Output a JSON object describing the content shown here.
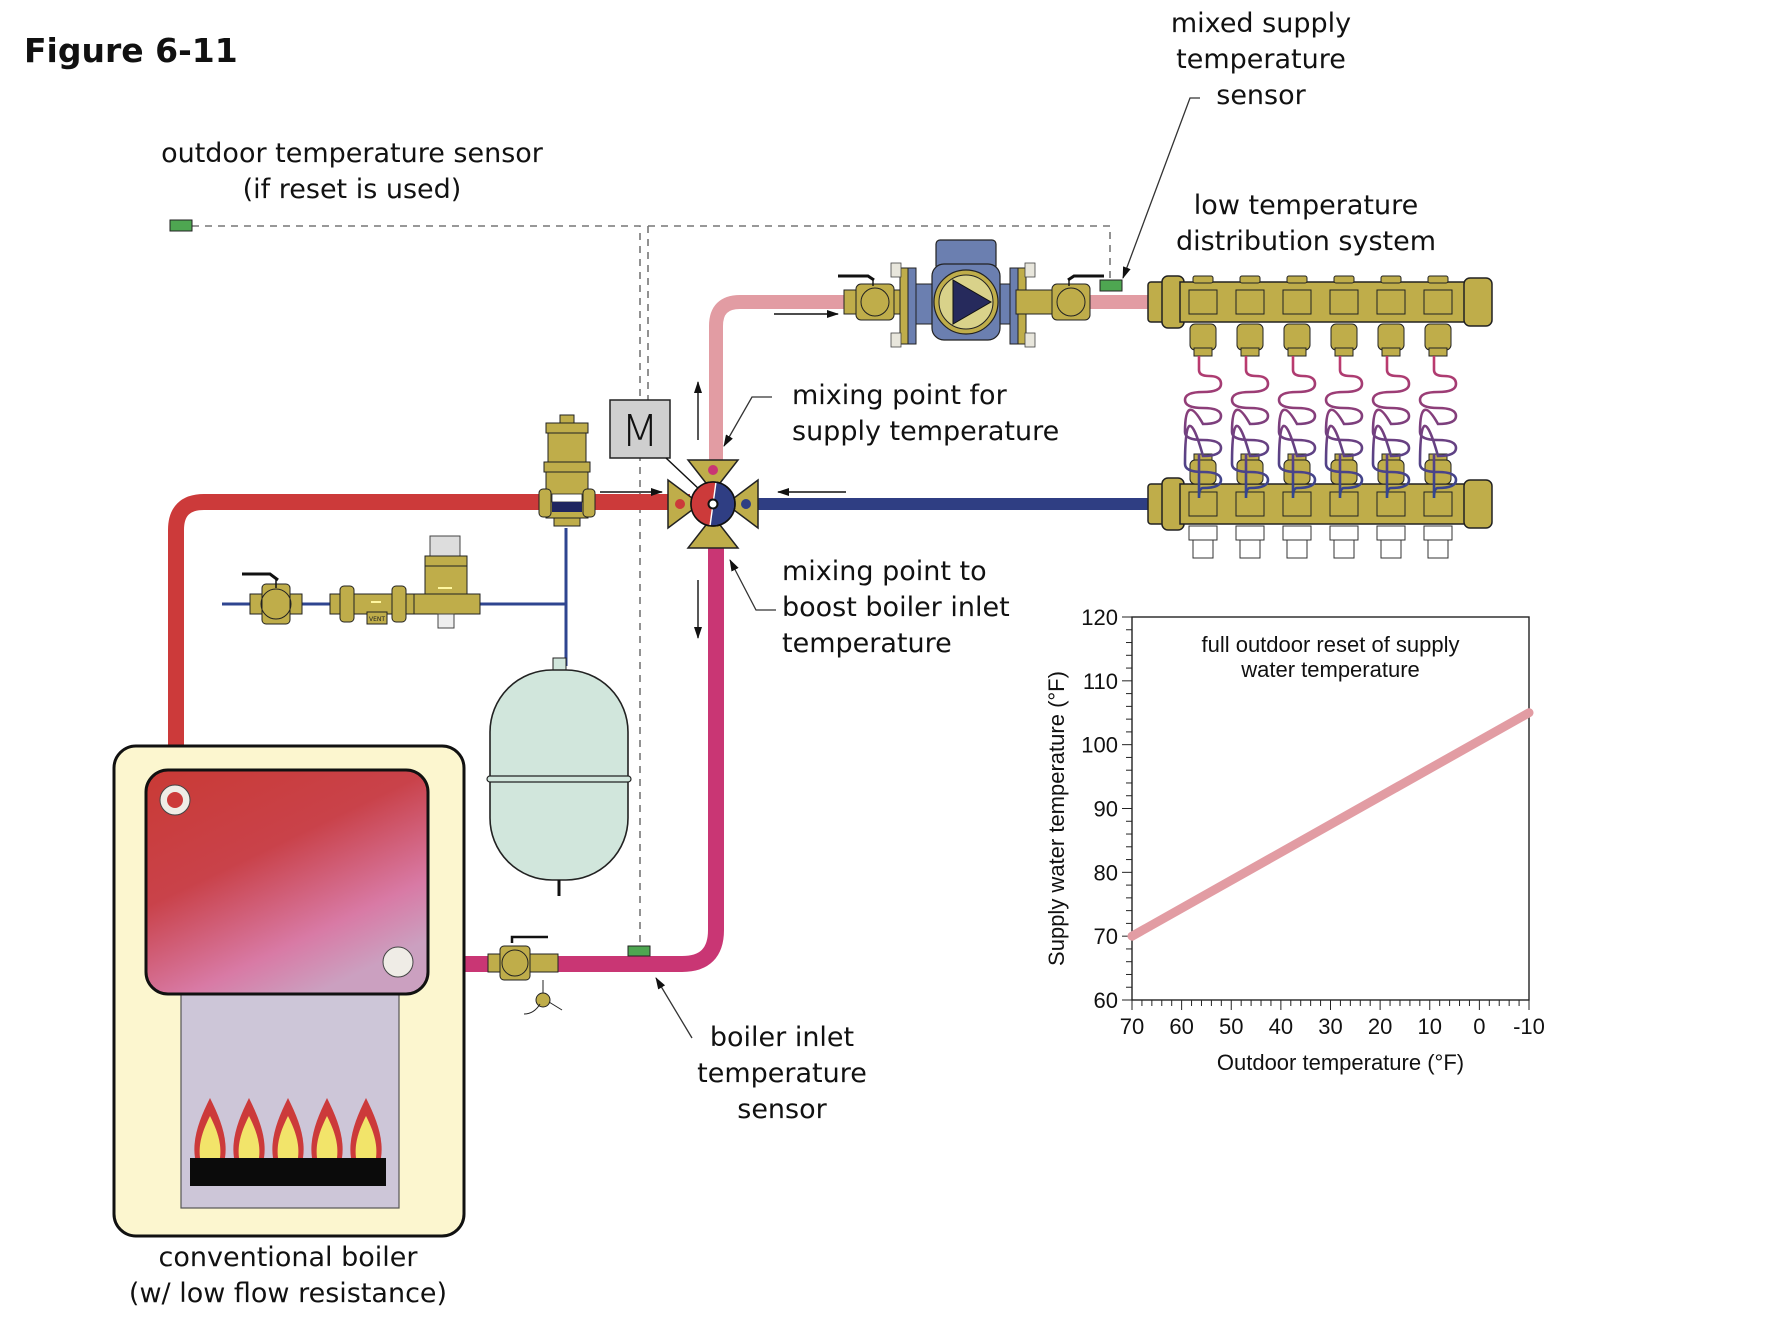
{
  "figure_title": "Figure 6-11",
  "labels": {
    "outdoor_sensor": [
      "outdoor temperature sensor",
      "(if reset is used)"
    ],
    "mixed_supply_sensor": [
      "mixed supply",
      "temperature",
      "sensor"
    ],
    "distribution_system": [
      "low temperature",
      "distribution system"
    ],
    "mixing_point_supply": [
      "mixing point for",
      "supply temperature"
    ],
    "mixing_point_boiler": [
      "mixing point to",
      "boost boiler inlet",
      "temperature"
    ],
    "boiler_inlet_sensor": [
      "boiler inlet",
      "temperature",
      "sensor"
    ],
    "boiler": [
      "conventional boiler",
      "(w/ low flow resistance)"
    ],
    "motor": "M",
    "vent": "VENT"
  },
  "colors": {
    "hot_supply": "#cc3a3a",
    "mixed_supply": "#e29ca3",
    "boiler_return": "#c93674",
    "cool_return": "#2f3e83",
    "brass": "#bfad4a",
    "sensor": "#4ea651",
    "tank": "#d1e6dc",
    "boiler_jacket": "#fcf6cf",
    "pump": "#6b7fb0",
    "chart_line": "#e29ca3"
  },
  "components": {
    "manifold_circuits": 6,
    "burner_flames": 5
  },
  "chart_data": {
    "type": "line",
    "title": [
      "full outdoor reset of supply",
      "water temperature"
    ],
    "xlabel": "Outdoor temperature (°F)",
    "ylabel": "Supply water temperature (°F)",
    "xlim": [
      70,
      -10
    ],
    "ylim": [
      60,
      120
    ],
    "x_ticks": [
      "70",
      "60",
      "50",
      "40",
      "30",
      "20",
      "10",
      "0",
      "-10"
    ],
    "y_ticks": [
      "60",
      "70",
      "80",
      "90",
      "100",
      "110",
      "120"
    ],
    "series": [
      {
        "name": "supply water temperature",
        "x": [
          70,
          -10
        ],
        "y": [
          70,
          105
        ]
      }
    ],
    "grid": false,
    "legend": "none"
  }
}
